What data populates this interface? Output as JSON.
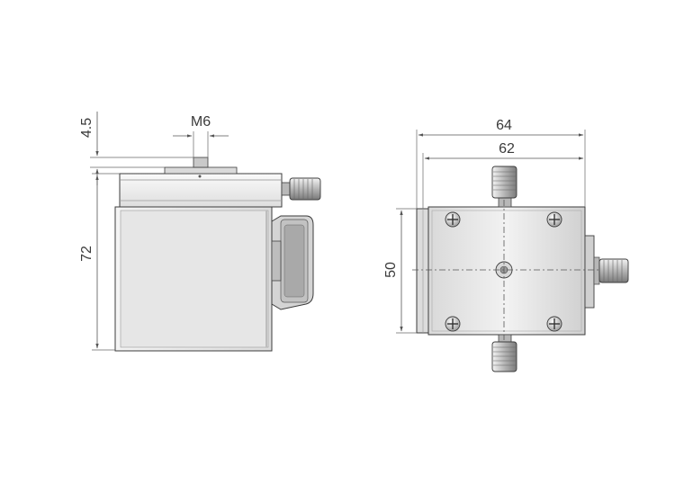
{
  "dimensions": {
    "side_top_thickness": "4.5",
    "thread_size": "M6",
    "side_height": "72",
    "top_outer_width": "64",
    "top_inner_width": "62",
    "top_depth": "50"
  },
  "colors": {
    "body_light": "#eeeeee",
    "body_mid": "#d6d6d6",
    "body_dark": "#a8a8a8",
    "outline": "#3c3c3c",
    "dimension": "#555555"
  }
}
